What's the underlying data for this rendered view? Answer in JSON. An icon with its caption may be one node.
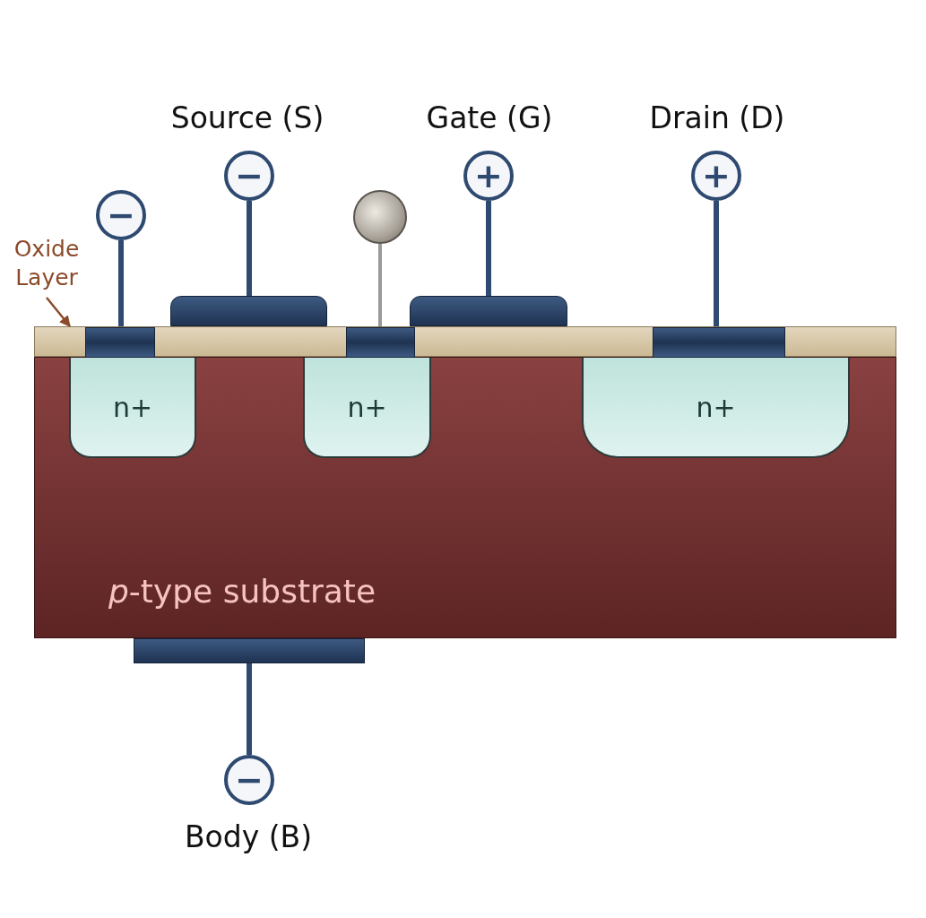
{
  "diagram": {
    "nodes": [
      {
        "text": [
          "*p*-type substrate"
        ]
      },
      {
        "text": [
          "n+"
        ],
        "in": 0
      },
      {
        "text": [
          "n+"
        ],
        "in": 0
      },
      {
        "text": [
          "n+"
        ],
        "in": 0
      },
      {
        "text": [],
        "shape": "bar"
      },
      {
        "text": [
          "Oxide Layer"
        ]
      },
      {
        "text": [
          "−"
        ]
      },
      {
        "text": [
          "−"
        ],
        "beside": [
          "Source (S)"
        ]
      },
      {
        "text": [],
        "shape": "circle"
      },
      {
        "text": [
          "+"
        ],
        "beside": [
          "Gate (G)"
        ]
      },
      {
        "text": [
          "+"
        ],
        "beside": [
          "Drain (D)"
        ]
      },
      {
        "text": [],
        "shape": "bar",
        "in": 4
      },
      {
        "text": [],
        "shape": "bar"
      },
      {
        "text": [],
        "shape": "bar",
        "in": 4
      },
      {
        "text": [],
        "shape": "bar"
      },
      {
        "text": [],
        "shape": "bar",
        "in": 4
      },
      {
        "text": [],
        "shape": "bar"
      },
      {
        "text": [
          "−"
        ],
        "beside": [
          "Body (B)"
        ]
      }
    ],
    "edges": [
      {
        "from": 5,
        "to": 4,
        "arrow": "to",
        "color": "#8b4a2a"
      },
      {
        "from": 6,
        "to": 11,
        "arrow": "none"
      },
      {
        "from": 7,
        "to": 12,
        "arrow": "none"
      },
      {
        "from": 8,
        "to": 13,
        "arrow": "none",
        "color": "#9a9a9a"
      },
      {
        "from": 9,
        "to": 14,
        "arrow": "none"
      },
      {
        "from": 10,
        "to": 15,
        "arrow": "none"
      },
      {
        "from": 16,
        "to": 17,
        "arrow": "none"
      }
    ]
  }
}
